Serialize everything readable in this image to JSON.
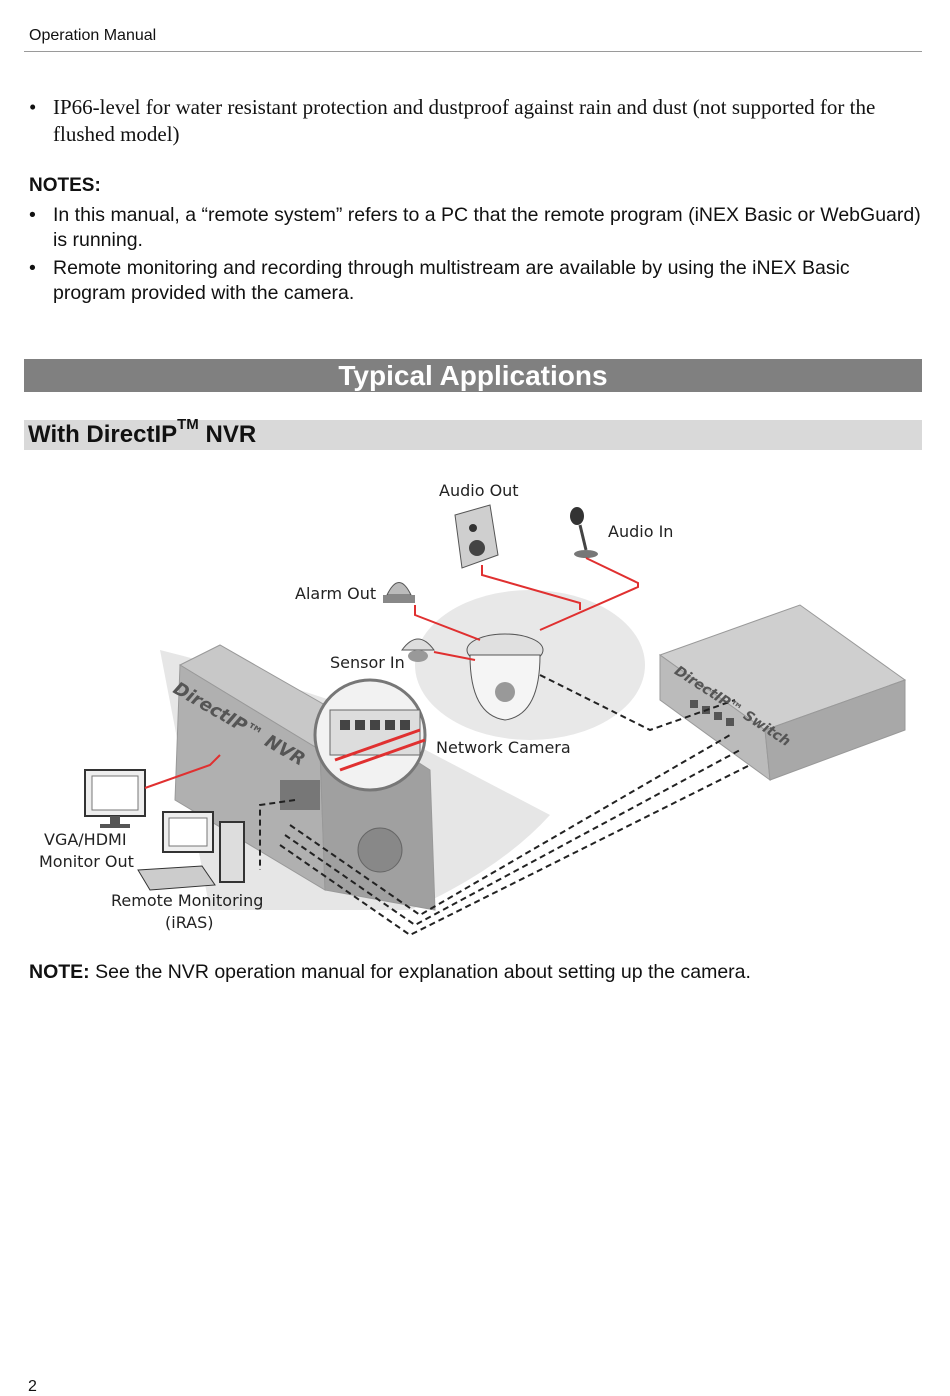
{
  "header": {
    "title": "Operation Manual"
  },
  "intro_bullets": [
    {
      "bullet": "•",
      "text": "IP66-level for water resistant protection and dustproof against rain and dust (not supported for the flushed model)"
    }
  ],
  "notes": {
    "heading": "NOTES:",
    "items": [
      {
        "bullet": "•",
        "text": "In this manual, a “remote system” refers to a PC that the remote program (iNEX Basic or WebGuard) is running."
      },
      {
        "bullet": "•",
        "text": "Remote monitoring and recording through multistream are available by using the iNEX Basic program provided with the camera."
      }
    ]
  },
  "section": {
    "title": "Typical Applications"
  },
  "subsection": {
    "title_main": "With DirectIP",
    "title_sup": "TM",
    "title_tail": " NVR"
  },
  "diagram": {
    "labels": {
      "audio_out": "Audio Out",
      "audio_in": "Audio In",
      "alarm_out": "Alarm Out",
      "sensor_in": "Sensor In",
      "network_camera": "Network Camera",
      "vga_hdmi_line1": "VGA/HDMI",
      "vga_hdmi_line2": "Monitor Out",
      "remote_line1": "Remote Monitoring",
      "remote_line2": "(iRAS)",
      "nvr_brand": "DirectIP™ NVR",
      "switch_brand": "DirectIP™ Switch"
    },
    "colors": {
      "signal_line": "#e03030",
      "network_line": "#222222",
      "device_gray": "#b5b5b5"
    }
  },
  "note_bottom": {
    "label": "NOTE:",
    "text": " See the NVR operation manual for explanation about setting up the camera."
  },
  "footer": {
    "page_number": "2"
  }
}
